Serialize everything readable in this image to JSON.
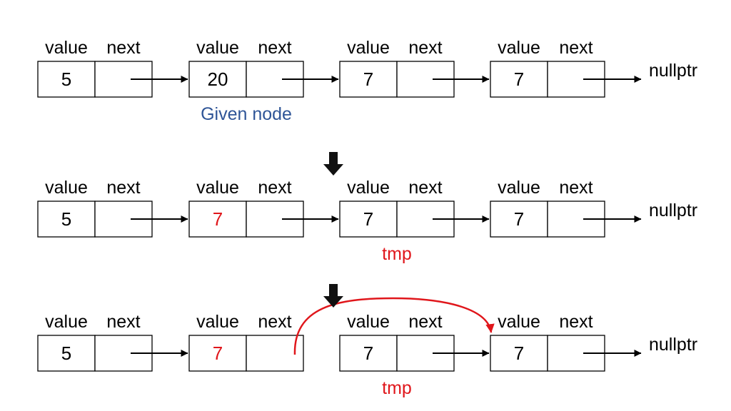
{
  "labels": {
    "value_header": "value",
    "next_header": "next",
    "null_label": "nullptr"
  },
  "colors": {
    "highlight": "#e0161b",
    "given_node": "#2f5597",
    "ink": "#000000"
  },
  "rows": [
    {
      "values": [
        "5",
        "20",
        "7",
        "7"
      ],
      "highlighted_values": [],
      "links": [
        "0-1",
        "1-2",
        "2-3",
        "3-null"
      ],
      "annotation": {
        "text": "Given node",
        "under_node": 1,
        "color": "given_node"
      }
    },
    {
      "values": [
        "5",
        "7",
        "7",
        "7"
      ],
      "highlighted_values": [
        1
      ],
      "links": [
        "0-1",
        "1-2",
        "2-3",
        "3-null"
      ],
      "annotation": {
        "text": "tmp",
        "under_node": 2,
        "color": "highlight"
      }
    },
    {
      "values": [
        "5",
        "7",
        "7",
        "7"
      ],
      "highlighted_values": [
        1
      ],
      "links": [
        "0-1",
        "2-3",
        "3-null"
      ],
      "bypass": {
        "from": 1,
        "to": 3,
        "color": "highlight"
      },
      "annotation": {
        "text": "tmp",
        "under_node": 2,
        "color": "highlight"
      }
    }
  ],
  "transitions": [
    {
      "icon": "down-arrow-icon"
    },
    {
      "icon": "down-arrow-icon"
    }
  ]
}
